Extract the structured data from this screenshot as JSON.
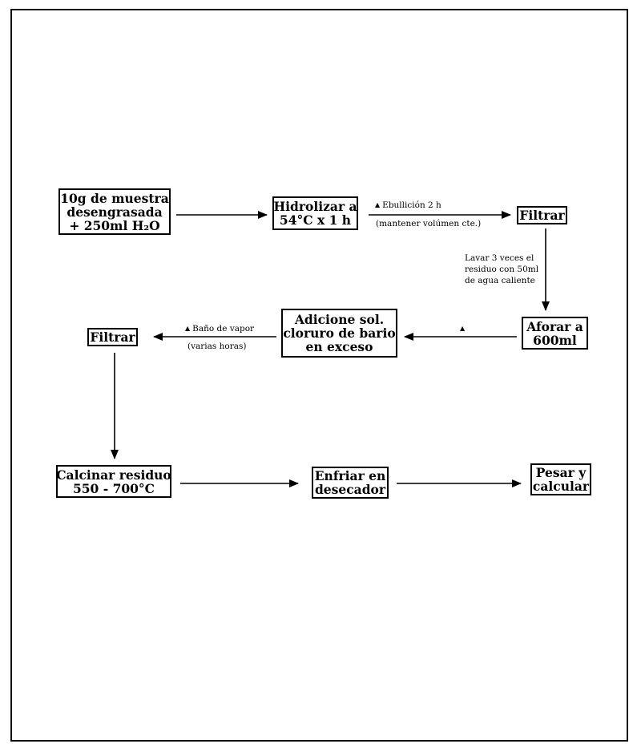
{
  "nodes": {
    "muestra": {
      "lines": [
        "10g de muestra",
        "desengrasada",
        "+ 250ml H₂O"
      ]
    },
    "hidrolizar": {
      "lines": [
        "Hidrolizar a",
        "54°C x 1 h"
      ]
    },
    "filtrar1": {
      "lines": [
        "Filtrar"
      ]
    },
    "aforar": {
      "lines": [
        "Aforar a",
        "600ml"
      ]
    },
    "adicione": {
      "lines": [
        "Adicione sol.",
        "cloruro de bario",
        "en exceso"
      ]
    },
    "filtrar2": {
      "lines": [
        "Filtrar"
      ]
    },
    "calcinar": {
      "lines": [
        "Calcinar residuo",
        "550 - 700°C"
      ]
    },
    "enfriar": {
      "lines": [
        "Enfriar en",
        "desecador"
      ]
    },
    "pesar": {
      "lines": [
        "Pesar y",
        "calcular"
      ]
    }
  },
  "labels": {
    "ebullicion": "Ebullición 2 h",
    "mantener": "(mantener volúmen cte.)",
    "lavar": [
      "Lavar 3 veces el",
      "residuo con 50ml",
      "de agua caliente"
    ],
    "bano": "Baño de vapor",
    "varias": "(varias horas)",
    "triangle": "▲"
  },
  "edges": [
    [
      "muestra",
      "hidrolizar"
    ],
    [
      "hidrolizar",
      "filtrar1"
    ],
    [
      "filtrar1",
      "aforar"
    ],
    [
      "aforar",
      "adicione"
    ],
    [
      "adicione",
      "filtrar2"
    ],
    [
      "filtrar2",
      "calcinar"
    ],
    [
      "calcinar",
      "enfriar"
    ],
    [
      "enfriar",
      "pesar"
    ]
  ]
}
